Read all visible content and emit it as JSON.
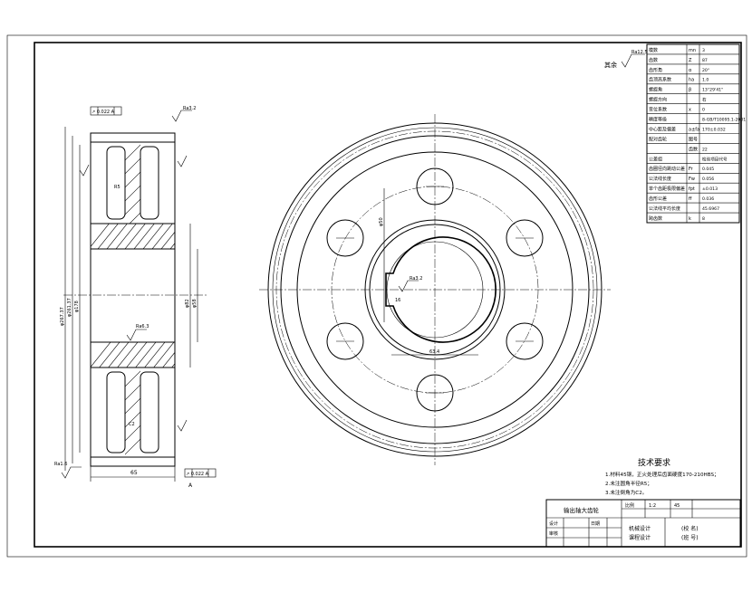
{
  "params_table": {
    "rows": [
      {
        "name": "模数",
        "sym": "mn",
        "val": "3"
      },
      {
        "name": "齿数",
        "sym": "Z",
        "val": "87"
      },
      {
        "name": "齿形角",
        "sym": "α",
        "val": "20°"
      },
      {
        "name": "齿顶高系数",
        "sym": "ha",
        "val": "1.0"
      },
      {
        "name": "螺旋角",
        "sym": "β",
        "val": "13°29'41\""
      },
      {
        "name": "螺旋方向",
        "sym": "",
        "val": "右"
      },
      {
        "name": "变位系数",
        "sym": "x",
        "val": "0"
      },
      {
        "name": "精度等级",
        "sym": "",
        "val": "8-GB/T10095.1-2001"
      },
      {
        "name": "中心距及偏差",
        "sym": "a±fa",
        "val": "170±0.032"
      },
      {
        "name": "配对齿轮",
        "sym": "图号",
        "val": ""
      },
      {
        "name": "",
        "sym": "齿数",
        "val": "22"
      },
      {
        "name": "公差组",
        "sym": "",
        "val": "检验项目代号"
      },
      {
        "name": "齿圈径向跳动公差",
        "sym": "Fr",
        "val": "0.045"
      },
      {
        "name": "公法线长度",
        "sym": "Fw",
        "val": "0.056"
      },
      {
        "name": "单个齿距极限偏差",
        "sym": "fpt",
        "val": "±0.013"
      },
      {
        "name": "齿形公差",
        "sym": "ff",
        "val": "0.036"
      },
      {
        "name": "公法线平均长度",
        "sym": "",
        "val": "45.6967"
      },
      {
        "name": "跨齿数",
        "sym": "k",
        "val": "8"
      }
    ]
  },
  "tech_req": {
    "title": "技术要求",
    "items": [
      "1.材料45钢，正火处理后齿面硬度170-210HBS；",
      "2.未注圆角半径R5；",
      "3.未注倒角为C2。"
    ]
  },
  "title_block": {
    "part_name": "输出轴大齿轮",
    "scale_label": "比例",
    "scale": "1:2",
    "material": "45",
    "design_label": "设计",
    "check_label": "审核",
    "date_label": "日期",
    "course1": "机械设计",
    "course2": "课程设计",
    "school": "(校 名)",
    "class_no": "(班 号)"
  },
  "annotations": {
    "rest_roughness": "其余",
    "roughness_val": "Ra12.5",
    "ra32": "Ra3.2",
    "ra16": "Ra1.6",
    "ra63": "Ra6.3",
    "gtol_top": "↗ 0.022 A",
    "gtol_bottom": "↗ 0.022 A",
    "datum": "A",
    "dim_width": "65",
    "dim_da": "φ267.37",
    "dim_d": "φ261.37",
    "dim_hub": "φ82",
    "dim_bore": "φ58",
    "dim_key": "63.4",
    "dim_keyw": "16",
    "dim_hole": "φ50",
    "dim_pcd": "φ178",
    "dim_r": "R5",
    "dim_c": "C2"
  }
}
